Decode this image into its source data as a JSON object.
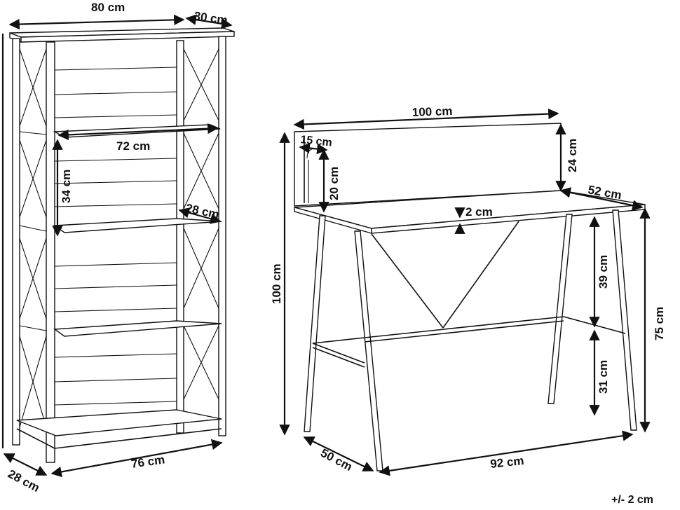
{
  "bookcase": {
    "width_label": "80 cm",
    "depth_label": "30 cm",
    "shelf_width_label": "72 cm",
    "shelf_gap_label": "34 cm",
    "shelf_depth_label": "28 cm",
    "base_depth_label": "28 cm",
    "base_width_label": "76 cm"
  },
  "desk": {
    "top_width_label": "100 cm",
    "shelf_depth_label": "15 cm",
    "upright_height_label": "20 cm",
    "back_height_label": "24 cm",
    "top_depth_label": "52 cm",
    "top_thickness_label": "2 cm",
    "total_height_label": "100 cm",
    "upper_clearance_label": "39 cm",
    "lower_clearance_label": "31 cm",
    "table_height_label": "75 cm",
    "foot_depth_label": "50 cm",
    "foot_width_label": "92 cm"
  },
  "tolerance": "+/- 2 cm"
}
